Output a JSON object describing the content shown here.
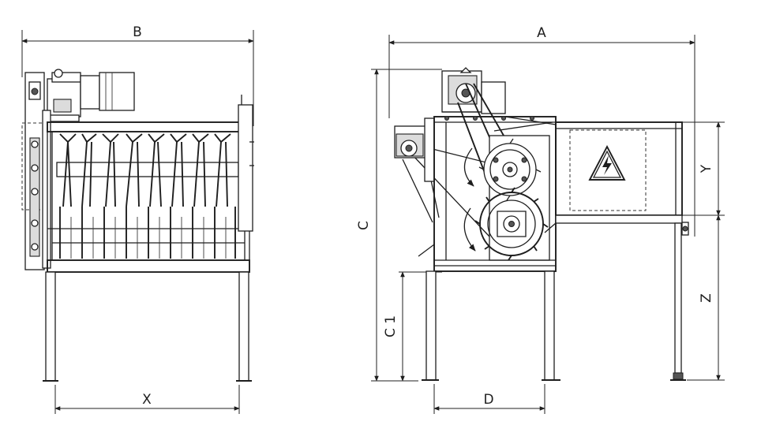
{
  "labels": {
    "A": "A",
    "B": "B",
    "C": "C",
    "C1": "C 1",
    "D": "D",
    "X": "X",
    "Y": "Y",
    "Z": "Z"
  },
  "colors": {
    "line": "#1e1e1e",
    "fill": "#ffffff",
    "grey": "#dcdcdc"
  },
  "icons": {
    "warning": "high-voltage-warning-icon"
  }
}
